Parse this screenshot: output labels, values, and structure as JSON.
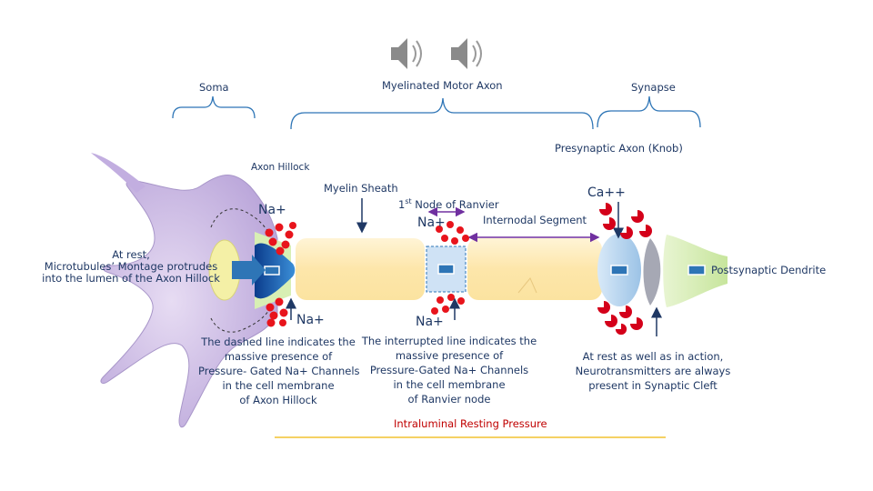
{
  "header": {
    "soma": "Soma",
    "axon": "Myelinated Motor Axon",
    "synapse": "Synapse"
  },
  "labels": {
    "presynaptic": "Presynaptic Axon (Knob)",
    "hillock": "Axon Hillock",
    "myelin": "Myelin Sheath",
    "node_prefix": "1",
    "node_sup": "st",
    "node_suffix": " Node of Ranvier",
    "internodal": "Internodal Segment",
    "ca": "Ca++",
    "na_hillock_top": "Na+",
    "na_hillock_bottom": "Na+",
    "na_node_top": "Na+",
    "na_node_bottom": "Na+",
    "postsynaptic": "Postsynaptic Dendrite",
    "intraluminal": "Intraluminal Resting Pressure"
  },
  "notes": {
    "rest_lines": [
      "At rest,",
      "Microtubules’ Montage protrudes",
      "into the lumen of the Axon Hillock"
    ],
    "dashed_lines": [
      "The dashed line indicates the",
      "massive presence of",
      "Pressure- Gated Na+ Channels",
      "in the cell membrane",
      "of Axon Hillock"
    ],
    "interrupted_lines": [
      "The interrupted line indicates the",
      "massive presence of",
      "Pressure-Gated Na+ Channels",
      "in the cell membrane",
      "of  Ranvier node"
    ],
    "synapse_lines": [
      "At rest as well as in action,",
      "Neurotransmitters are always",
      "present in Synaptic Cleft"
    ]
  },
  "icons": [
    "speaker-icon",
    "speaker-icon"
  ],
  "colors": {
    "soma": "#c9b8e3",
    "myelin": "#fde9b7",
    "membrane_blue": "#2e75b6",
    "text": "#1f3864",
    "sodium": "#e8141c",
    "dendrite": "#d4edb0",
    "intraluminal": "#c00000"
  }
}
